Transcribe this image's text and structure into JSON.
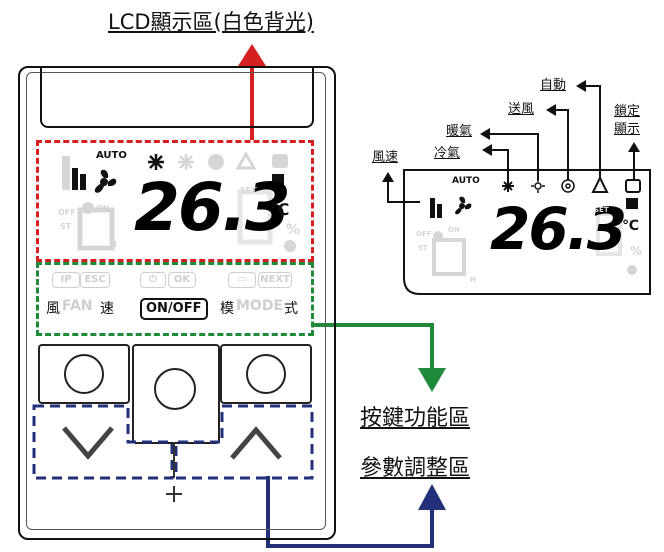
{
  "lcd_area_label": "LCD顯示區(白色背光)",
  "key_function_label": "按鍵功能區",
  "parameter_adjust_label": "參數調整區",
  "display": {
    "auto_text": "AUTO",
    "temperature": "26.3",
    "temp_unit": "℃",
    "off_text": "OFF",
    "on_text": "ON",
    "st_text": "ST",
    "set_text": "SET",
    "h_text": "H",
    "percent_text": "%"
  },
  "keys": {
    "ip_label": "IP",
    "esc_label": "ESC",
    "ok_label": "OK",
    "next_label": "NEXT",
    "fan_left": "風",
    "fan_mid": "FAN",
    "fan_right": "速",
    "onoff_label": "ON/OFF",
    "mode_left": "模",
    "mode_mid": "MODE",
    "mode_right": "式"
  },
  "callouts": {
    "fan_speed": "風速",
    "cooling": "冷氣",
    "dehumidify": "暖氣",
    "fan": "送風",
    "auto": "自動",
    "lock_line1": "鎖定",
    "lock_line2": "顯示"
  },
  "colors": {
    "lcd_box": "#d42020",
    "key_box": "#1f8a3a",
    "adjust_box": "#242f7a",
    "ghost": "#d6d6d6"
  }
}
